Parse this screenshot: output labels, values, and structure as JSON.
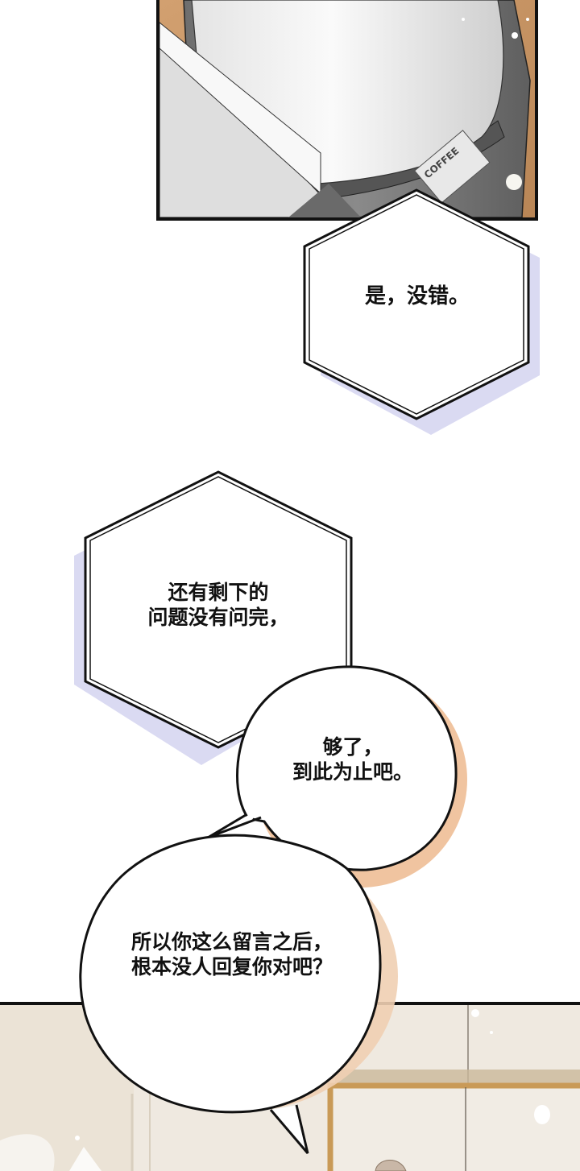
{
  "comic": {
    "panels": [
      {
        "id": "top-panel",
        "scene": "close-up of a white coffee cup in a gray sleeve on a wooden table",
        "sleeve_label": "COFFEE"
      },
      {
        "id": "bottom-panel",
        "scene": "beige room interior with wooden-framed cabinet"
      }
    ],
    "bubbles": [
      {
        "id": "hex-1",
        "shape": "hexagon",
        "lines": "是，没错。"
      },
      {
        "id": "hex-2",
        "shape": "hexagon",
        "lines": "还有剩下的\n问题没有问完，"
      },
      {
        "id": "round-1",
        "shape": "round",
        "lines": "够了，\n到此为止吧。"
      },
      {
        "id": "round-2",
        "shape": "round",
        "lines": "所以你这么留言之后，\n根本没人回复你对吧？"
      }
    ]
  },
  "colors": {
    "ink": "#111111",
    "hex_shadow": "#c9c8ec",
    "round_shadow": "#f0c4a0",
    "wood": "#c8956a",
    "room_wall": "#e9e1d4",
    "cabinet_frame": "#d2a461"
  }
}
